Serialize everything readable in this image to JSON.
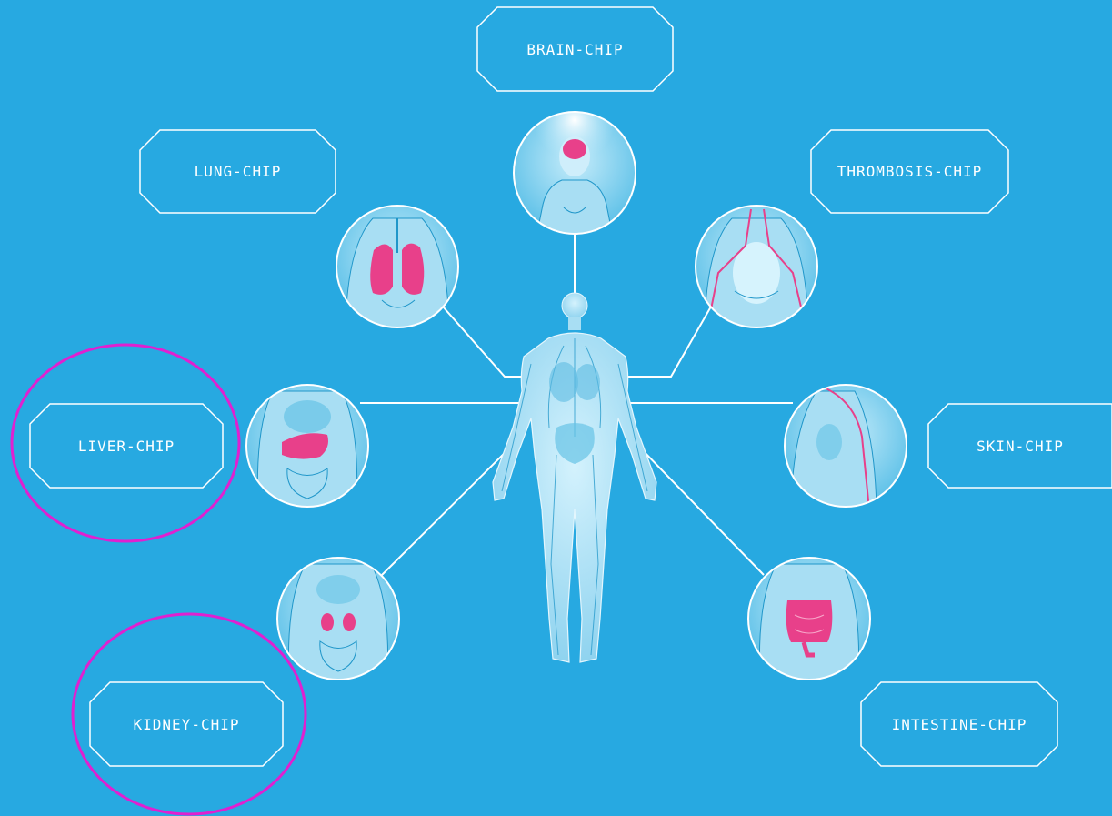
{
  "colors": {
    "background": "#27a9e1",
    "line": "#ffffff",
    "organ_pink": "#e8408a",
    "body_fill": "#9ad9f2",
    "highlight_circle": "#e020d0"
  },
  "chips": {
    "brain": "BRAIN-CHIP",
    "lung": "LUNG-CHIP",
    "thrombosis": "THROMBOSIS-CHIP",
    "liver": "LIVER-CHIP",
    "skin": "SKIN-CHIP",
    "kidney": "KIDNEY-CHIP",
    "intestine": "INTESTINE-CHIP"
  },
  "highlighted": [
    "liver",
    "kidney"
  ]
}
